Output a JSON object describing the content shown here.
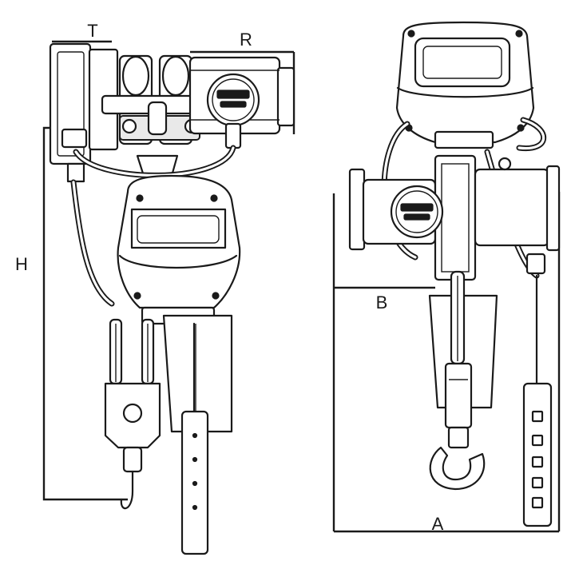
{
  "labels": {
    "t": "T",
    "r": "R",
    "h": "H",
    "b": "B",
    "a": "A"
  },
  "brand_plate_text": "",
  "icons": [
    "chain-hoist-with-trolley-side-view",
    "chain-hoist-front-view",
    "hook-icon",
    "pendant-control-icon"
  ]
}
